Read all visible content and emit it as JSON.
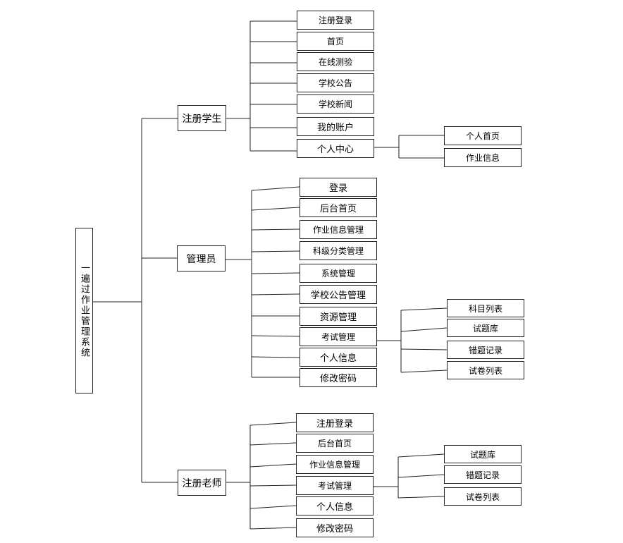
{
  "root": {
    "label": "一遍过作业管理系统"
  },
  "roles": {
    "student": {
      "label": "注册学生",
      "items": [
        "注册登录",
        "首页",
        "在线测验",
        "学校公告",
        "学校新闻",
        "我的账户",
        "个人中心"
      ],
      "sub": [
        "个人首页",
        "作业信息"
      ]
    },
    "admin": {
      "label": "管理员",
      "items": [
        "登录",
        "后台首页",
        "作业信息管理",
        "科级分类管理",
        "系统管理",
        "学校公告管理",
        "资源管理",
        "考试管理",
        "个人信息",
        "修改密码"
      ],
      "sub": [
        "科目列表",
        "试题库",
        "错题记录",
        "试卷列表"
      ]
    },
    "teacher": {
      "label": "注册老师",
      "items": [
        "注册登录",
        "后台首页",
        "作业信息管理",
        "考试管理",
        "个人信息",
        "修改密码"
      ],
      "sub": [
        "试题库",
        "错题记录",
        "试卷列表"
      ]
    }
  }
}
